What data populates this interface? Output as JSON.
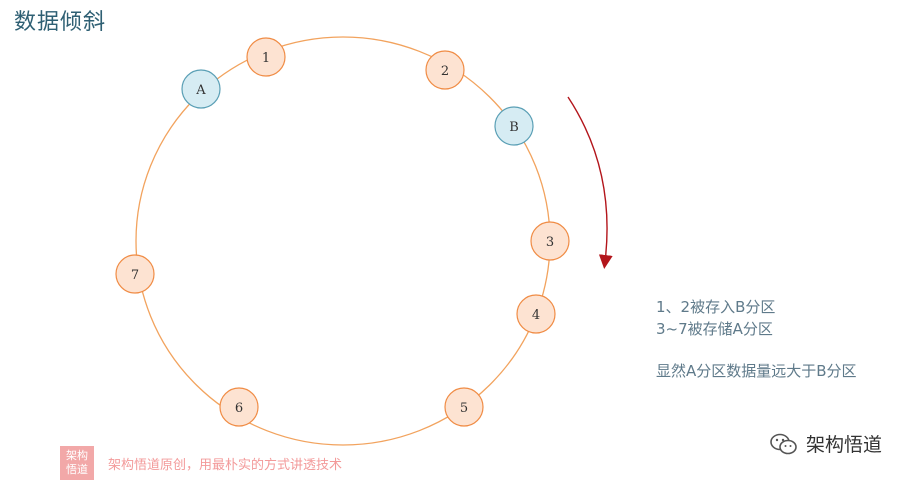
{
  "title": "数据倾斜",
  "nodes": [
    {
      "label": "1",
      "kind": "data"
    },
    {
      "label": "2",
      "kind": "data"
    },
    {
      "label": "3",
      "kind": "data"
    },
    {
      "label": "4",
      "kind": "data"
    },
    {
      "label": "5",
      "kind": "data"
    },
    {
      "label": "6",
      "kind": "data"
    },
    {
      "label": "7",
      "kind": "data"
    },
    {
      "label": "A",
      "kind": "partition"
    },
    {
      "label": "B",
      "kind": "partition"
    }
  ],
  "colors": {
    "ring": "#f2a35e",
    "data_fill": "#fde3d2",
    "data_stroke": "#f08c45",
    "partition_fill": "#d6ecf3",
    "partition_stroke": "#5a9fb5",
    "arrow": "#b3151b"
  },
  "notes": {
    "line1": "1、2被存入B分区",
    "line2": "3~7被存储A分区",
    "line3": "显然A分区数据量远大于B分区"
  },
  "watermark": {
    "seal_line1": "架构",
    "seal_line2": "悟道",
    "tagline": "架构悟道原创，用最朴实的方式讲透技术"
  },
  "brand": {
    "icon": "wechat-icon",
    "name": "架构悟道"
  }
}
